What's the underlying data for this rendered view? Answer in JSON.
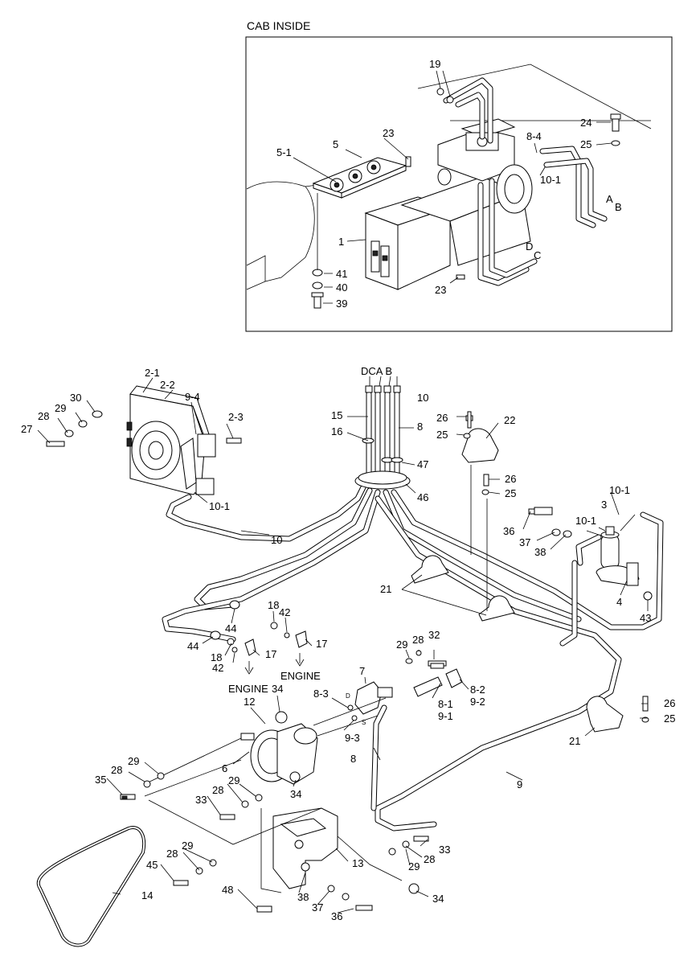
{
  "inset": {
    "title": "CAB INSIDE"
  },
  "callouts": {
    "c19": "19",
    "c24": "24",
    "c25a": "25",
    "c8_4": "8-4",
    "c10_1a": "10-1",
    "cA": "A",
    "cB": "B",
    "cD": "D",
    "cC": "C",
    "c23a": "23",
    "c23b": "23",
    "c5_1": "5-1",
    "c5": "5",
    "c1": "1",
    "c41": "41",
    "c40": "40",
    "c39": "39",
    "c2_1": "2-1",
    "c2_2": "2-2",
    "c9_4": "9-4",
    "c2_3": "2-3",
    "c30": "30",
    "c29a": "29",
    "c28a": "28",
    "c27": "27",
    "c10_1b": "10-1",
    "c10": "10",
    "pipe_letters": "DCA B",
    "c10b": "10",
    "c15": "15",
    "c16": "16",
    "c8a": "8",
    "c47": "47",
    "c46": "46",
    "c26a": "26",
    "c25b": "25",
    "c22": "22",
    "c26b": "26",
    "c25c": "25",
    "c10_1c": "10-1",
    "c3": "3",
    "c10_1d": "10-1",
    "c36a": "36",
    "c37a": "37",
    "c38a": "38",
    "c4": "4",
    "c43": "43",
    "c21a": "21",
    "c18a": "18",
    "c42a": "42",
    "c44a": "44",
    "c44b": "44",
    "c17a": "17",
    "c18b": "18",
    "c42b": "42",
    "c17b": "17",
    "engine1": "ENGINE",
    "engine2": "ENGINE",
    "c7": "7",
    "c29b": "29",
    "c28b": "28",
    "c32": "32",
    "c8_3": "8-3",
    "c8_2": "8-2",
    "c9_2": "9-2",
    "c8_1": "8-1",
    "c9_1": "9-1",
    "c9_3": "9-3",
    "c12": "12",
    "c34a": "34",
    "c26c": "26",
    "c25d": "25",
    "c21b": "21",
    "c6": "6",
    "c8b": "8",
    "c9": "9",
    "c29c": "29",
    "c28c": "28",
    "c35": "35",
    "c28d": "28",
    "c29d": "29",
    "c33a": "33",
    "c34b": "34",
    "c33b": "33",
    "c29e": "29",
    "c28e": "28",
    "c13": "13",
    "c29f": "29",
    "c28f": "28",
    "c45": "45",
    "c14": "14",
    "c48": "48",
    "c38b": "38",
    "c37b": "37",
    "c36b": "36",
    "c34c": "34",
    "portD": "D",
    "portS": "S"
  }
}
